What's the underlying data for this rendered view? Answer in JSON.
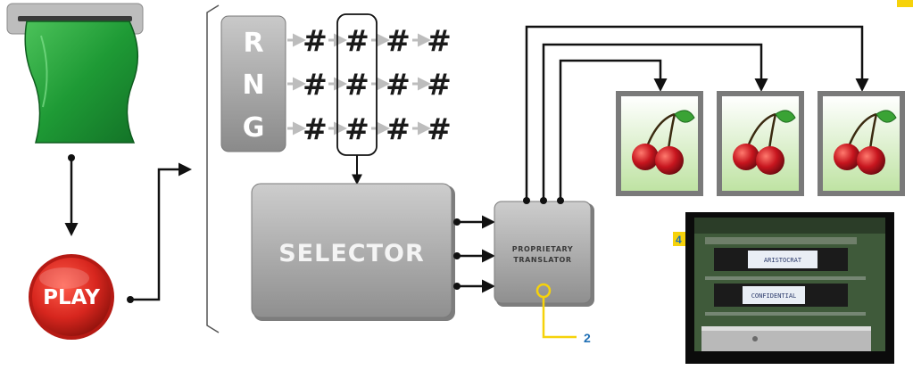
{
  "rng": {
    "letters": [
      "R",
      "N",
      "G"
    ]
  },
  "grid": {
    "symbol": "#"
  },
  "play_button": {
    "label": "PLAY"
  },
  "selector": {
    "label": "SELECTOR"
  },
  "translator": {
    "label_line1": "PROPRIETARY",
    "label_line2": "TRANSLATOR"
  },
  "callouts": {
    "translator_number": "2",
    "photo_number": "4"
  },
  "reels": {
    "symbol": "cherry-icon",
    "count": 3
  },
  "photo": {
    "chip_label_1": "ARISTOCRAT",
    "chip_label_2": "CONFIDENTIAL"
  },
  "colors": {
    "accent_yellow": "#f6d20a",
    "play_red": "#d7261e",
    "money_green": "#22a33b",
    "panel_gray": "#9a9a9a",
    "arrow_gray": "#bdbdbd",
    "callout_blue": "#1f6fb5"
  }
}
